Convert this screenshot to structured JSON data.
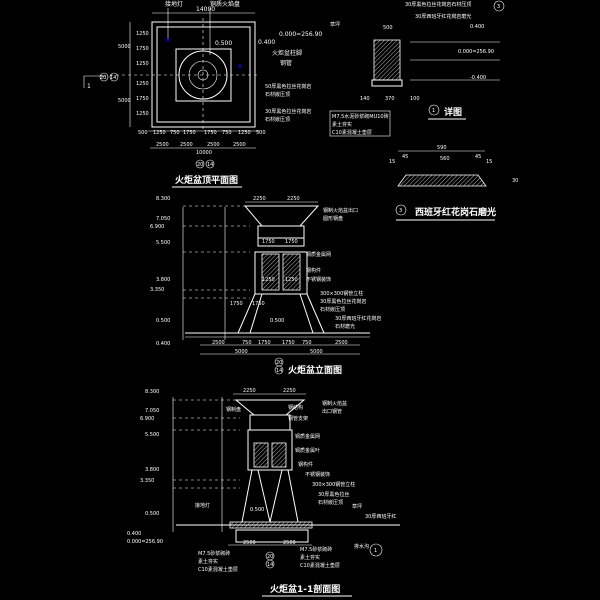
{
  "colors": {
    "background": "#000000",
    "lines": "#ffffff",
    "accent": "#0000ff"
  },
  "plan": {
    "title": "火炬盆顶平面图",
    "top_dim": "14000",
    "labels": [
      "接地灯",
      "铜质火焰盘",
      "0.000=256.90",
      "0.400",
      "0.500",
      "火炬盆柱脚",
      "钢管",
      "50厚黑色拉丝花岗岩",
      "石材嵌压顶",
      "30厚黑色拉丝花岗岩",
      "石材嵌压顶"
    ],
    "left_dims": [
      "5000",
      "5000",
      "1250",
      "1750",
      "1250",
      "1250",
      "1750",
      "1250"
    ],
    "bottom_dims_1": [
      "500",
      "1250",
      "750",
      "1750",
      "1750",
      "750",
      "1250",
      "500"
    ],
    "bottom_dims_2": [
      "2500",
      "2500",
      "2500",
      "2500"
    ],
    "bottom_total": "10000",
    "badge_top": "20",
    "badge_bottom": "14",
    "section_mark": "1",
    "left_badges": [
      "20",
      "14"
    ]
  },
  "detail1": {
    "title": "详图",
    "num": "1",
    "labels": [
      "草坪",
      "30厚黑色拉丝花岗岩石材压顶",
      "30厚西班牙红花岗岩磨光",
      "0.400",
      "0.000=256.90",
      "-0.400",
      "M7.5水泥砂浆砌MU10砖",
      "素土夯实",
      "C10素混凝土垫层"
    ],
    "dims": [
      "500",
      "140",
      "370",
      "100"
    ],
    "mark": "3"
  },
  "detail3": {
    "title": "西班牙红花岗石磨光",
    "num": "3",
    "dims": [
      "590",
      "560",
      "15",
      "45",
      "45",
      "15",
      "30"
    ]
  },
  "elevation": {
    "title": "火炬盆立面图",
    "levels": [
      "8.300",
      "7.050",
      "6.900",
      "5.500",
      "3.800",
      "3.350",
      "0.500",
      "0.400"
    ],
    "top_dims": [
      "2250",
      "2250"
    ],
    "inner_dims": [
      "1750",
      "1750",
      "1250",
      "1250",
      "1750",
      "1750"
    ],
    "labels": [
      "钢制火焰盆出口",
      "圆形钢盘",
      "铜质金属网",
      "钢构件",
      "不锈钢装饰",
      "300×300钢管立柱",
      "30厚黑色拉丝花岗岩",
      "石材嵌压顶",
      "30厚西班牙红花岗岩",
      "石材磨光"
    ],
    "center_level": "0.500",
    "bottom_dims_1": [
      "2500",
      "750",
      "1750",
      "1750",
      "750",
      "2500"
    ],
    "bottom_dims_2": [
      "5000",
      "5000"
    ],
    "badge_top": "20",
    "badge_bottom": "14"
  },
  "section": {
    "title": "火炬盆1-1剖面图",
    "levels": [
      "8.300",
      "7.050",
      "6.900",
      "5.500",
      "3.800",
      "3.350",
      "0.500",
      "0.400",
      "0.000=256.90"
    ],
    "top_dims": [
      "2250",
      "2250"
    ],
    "labels": [
      "钢制火焰盆",
      "出口钢管",
      "钢制盘",
      "钢结构",
      "钢管支架",
      "铜质金属网",
      "铜质金属叶",
      "钢构件",
      "不锈钢装饰",
      "300×300钢管立柱",
      "30厚黑色拉丝",
      "石材嵌压顶",
      "接地灯",
      "草坪",
      "30厚西班牙红",
      "排水沟",
      "M7.5砂浆砌砖",
      "素土夯实",
      "C10素混凝土垫层",
      "M7.5砂浆砌砖",
      "素土夯实",
      "C10素混凝土垫层"
    ],
    "bottom_dims": [
      "2500",
      "2500"
    ],
    "center_level": "0.500",
    "badge_top": "20",
    "badge_bottom": "14",
    "mark": "1"
  }
}
